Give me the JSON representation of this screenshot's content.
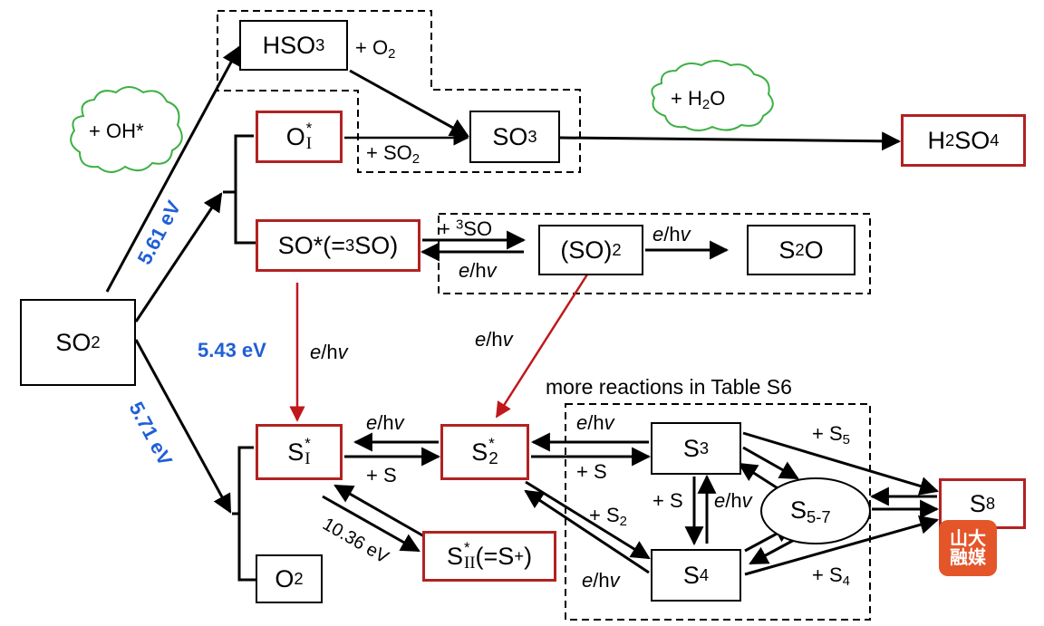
{
  "species": {
    "so2": "SO2",
    "hso3": "HSO3",
    "o_star": "O*",
    "o_star_index": "I",
    "so3": "SO3",
    "h2so4": "H2SO4",
    "so_star": "SO*(=3SO)",
    "so_dimer": "(SO)2",
    "s2o": "S2O",
    "s1_star": "S*",
    "s1_index": "I",
    "s2_star": "S2*",
    "s3": "S3",
    "s4": "S4",
    "s57": "S5-7",
    "s8": "S8",
    "sII_star": "S*II(=S+)",
    "sII_index": "II",
    "o2": "O2"
  },
  "labels": {
    "plus_o2": "+ O2",
    "plus_oh": "+ OH*",
    "plus_h2o": "+ H2O",
    "plus_so2": "+ SO2",
    "plus_3so": "+ 3SO",
    "e_hv": "e/hv",
    "e_hv_italic": "e",
    "hv_rest": "/hv",
    "plus_s": "+ S",
    "plus_s2": "+ S2",
    "plus_s4": "+ S4",
    "plus_s5": "+ S5",
    "more_reactions": "more reactions in Table S6",
    "ev_561": "5.61 eV",
    "ev_543": "5.43 eV",
    "ev_571": "5.71 eV",
    "ev_1036": "10.36 eV"
  },
  "watermark": {
    "line1": "山大",
    "line2": "融媒"
  },
  "colors": {
    "black": "#000000",
    "red_box": "#b22222",
    "red_arrow": "#c0181c",
    "blue_energy": "#1f5fd6",
    "cloud_green": "#3cb043",
    "watermark_bg": "#e4552a"
  }
}
